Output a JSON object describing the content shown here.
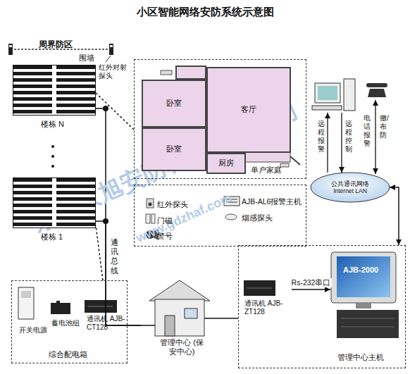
{
  "diagram": {
    "title": "小区智能网络安防系统示意图",
    "nodes": [
      {
        "text": [
          "楼栋 N"
        ]
      },
      {
        "text": [
          "楼栋 1"
        ]
      },
      {
        "text": [
          "单户家庭"
        ]
      },
      {
        "text": [
          "卧室"
        ],
        "in": 2
      },
      {
        "text": [
          "卧室"
        ],
        "in": 2
      },
      {
        "text": [
          "客厅"
        ],
        "in": 2
      },
      {
        "text": [
          "厨房"
        ],
        "in": 2
      },
      {
        "text": [
          "红外探头",
          "AJB-AL6报警主机",
          "门磁",
          "烟感探头",
          "警号"
        ]
      },
      {
        "text": [
          "综合配电箱"
        ]
      },
      {
        "text": [
          "开关电源"
        ],
        "in": 8
      },
      {
        "text": [
          "蓄电池组"
        ],
        "in": 8
      },
      {
        "text": [
          "通讯机 AJB-CT128"
        ],
        "in": 8
      },
      {
        "text": [
          "管理中心 (保安中心)"
        ]
      },
      {
        "text": [
          "管理中心主机"
        ]
      },
      {
        "text": [
          "通讯机 AJB-ZT128"
        ],
        "in": 13
      },
      {
        "text": [
          "AJB-2000"
        ],
        "in": 13
      },
      {
        "text": [
          "公共通讯网络 Internet LAN"
        ]
      }
    ],
    "edges": [
      {
        "from": 0,
        "to": 12,
        "arrow": "none"
      },
      {
        "from": 1,
        "to": 12,
        "arrow": "none"
      },
      {
        "from": 2,
        "to": 0,
        "arrow": "none"
      },
      {
        "from": 8,
        "to": 1,
        "arrow": "none"
      },
      {
        "from": 12,
        "to": 13,
        "arrow": "none"
      },
      {
        "from": 16,
        "to": 13,
        "arrow": "both"
      },
      {
        "from": 14,
        "to": 15,
        "label": "Rs-232串口",
        "arrow": "to"
      }
    ],
    "labels": [
      "周界防区",
      "围墙",
      "红外对射探头",
      "远程报警",
      "远程控制",
      "电话报警",
      "撤/布防",
      "通讯总线",
      "东莞永旭安防科技有限公司",
      "www.gdzhaf.com"
    ]
  }
}
